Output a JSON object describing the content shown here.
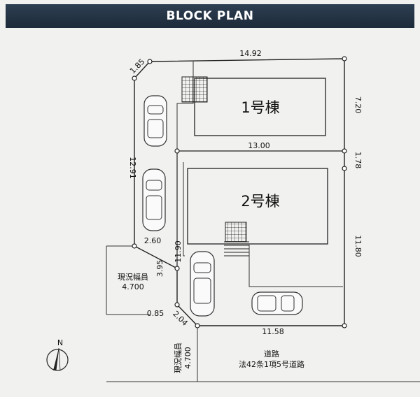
{
  "header": {
    "title": "BLOCK PLAN"
  },
  "buildings": [
    {
      "label": "1号棟"
    },
    {
      "label": "2号棟"
    }
  ],
  "dimensions": {
    "corner_top": "1.85",
    "top": "14.92",
    "right_top": "7.20",
    "middle": "13.00",
    "right_mid": "1.78",
    "right_low": "11.80",
    "left_top": "12.91",
    "left_step": "2.60",
    "left_mid": "3.95",
    "center": "11.90",
    "corner_low_a": "0.85",
    "corner_low_b": "2.04",
    "bottom": "11.58"
  },
  "roads": {
    "left_label": "現況幅員",
    "left_width": "4.700",
    "bottom_label": "現況幅員",
    "bottom_width": "4.700",
    "road_name": "道路",
    "road_law": "法42条1項5号道路"
  },
  "compass": {
    "label": "N"
  }
}
